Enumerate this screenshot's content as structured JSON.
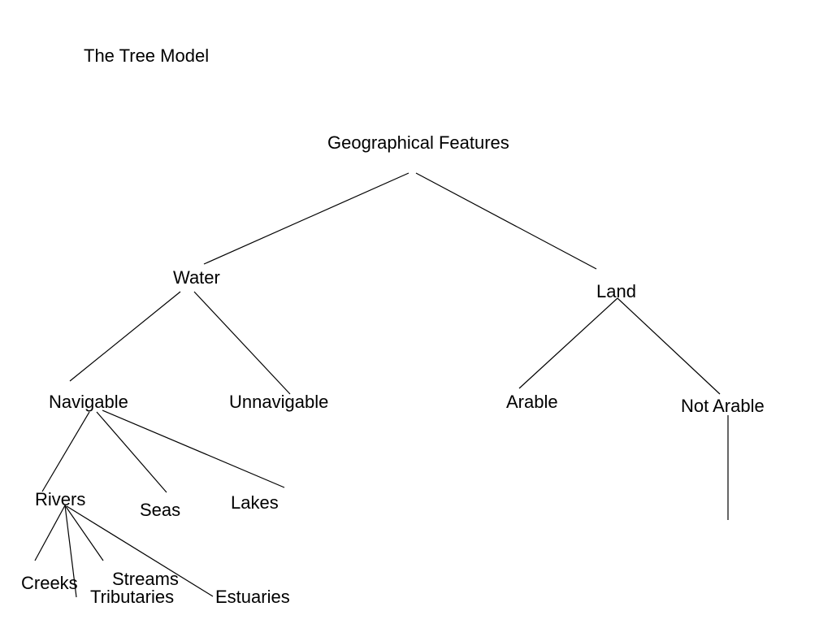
{
  "title": "The Tree Model",
  "nodes": {
    "root": "Geographical Features",
    "water": "Water",
    "land": "Land",
    "navigable": "Navigable",
    "unnavigable": "Unnavigable",
    "arable": "Arable",
    "not_arable": "Not Arable",
    "rivers": "Rivers",
    "seas": "Seas",
    "lakes": "Lakes",
    "creeks": "Creeks",
    "streams": "Streams",
    "tributaries": "Tributaries",
    "estuaries": "Estuaries"
  }
}
